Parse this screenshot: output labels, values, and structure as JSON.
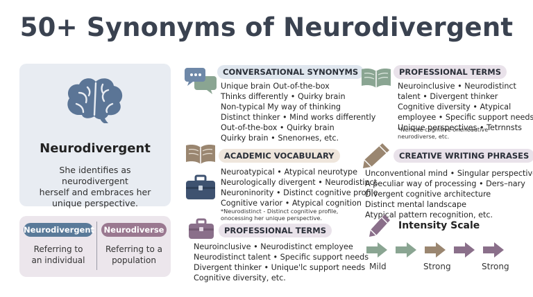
{
  "title": "50+ Synonyms of Neurodivergent",
  "colors": {
    "title": "#3a4250",
    "blue_pill": "#5a7a99",
    "mauve_pill": "#9a7890",
    "sage": "#8aa592",
    "tan": "#9a8670",
    "plum": "#8a6f8a"
  },
  "main_card": {
    "term": "Neurodivergent",
    "example": [
      "She identifies as neurodivergent",
      "herself and embraces her",
      "unique perspective."
    ]
  },
  "compare": {
    "left_label": "Neurodivergent",
    "left_desc": [
      "Referring to",
      "an individual"
    ],
    "right_label": "Neurodiverse",
    "right_desc": [
      "Referring to a",
      "population"
    ]
  },
  "sections": {
    "conversational": {
      "icon": "speech-bubbles-icon",
      "heading": "CONVERSATIONAL SYNONYMS",
      "lines": [
        "Unique brain    Out-of-the-box",
        "Thinks differently • Quirky brain",
        "Non-typical        My way of thinking",
        "Distinct thinker • Mind works differently",
        "Out-of-the-box • Quirky brain",
        "Quirky brain • Snenorнes, etc."
      ]
    },
    "academic": {
      "icon": "book-icon",
      "heading": "ACADEMIC VOCABULARY",
      "lines": [
        "Neuroatypical • Atypical neurotype",
        "Neurologically divergent • Neurodistinct",
        "Neuroninority • Distinct cognitive profile",
        "Cognitive varior • Atypical cognition"
      ],
      "note": [
        "*Neurodistinct - Distinct cognitive profile,",
        "onocessing her unique perspective."
      ]
    },
    "professional_left": {
      "icon": "briefcase-icon",
      "heading": "PROFESSIONAL TERMS",
      "lines": [
        "Neuroinclusive • Neurodistinct employee",
        "Neurodistinct talent • Specific support needs",
        "Divergent thinker • Unique'lc support needs",
        "Cognitive diversity, etc."
      ]
    },
    "professional_right": {
      "icon": "open-book-icon",
      "heading": "PROFESSIONAL TERMS",
      "lines": [
        "Neuroinclusive • Neurodistinct",
        "talent • Divergent thinker",
        "Cognitive diversity • Atypical",
        "employee • Specific support needs",
        "Unique perspectives • Tetrnnsts"
      ],
      "note": [
        "*Nemote cognitive oneneautive",
        "neurodiverse, etc."
      ]
    },
    "creative": {
      "icon": "pencil-icon",
      "heading": "CREATIVE WRITING PHRASES",
      "lines": [
        "Unconventional mind • Singular perspective",
        "A peculiar way of processing • Ders–nary",
        "Divergent cognitive architecture",
        "Distinct mental landscape",
        "Atypical pattern recognition, etc."
      ]
    }
  },
  "intensity": {
    "title": "Intensity Scale",
    "labels": [
      "Mild",
      "Strong",
      "Strong"
    ],
    "chevron_colors": [
      "#8aa592",
      "#8aa592",
      "#9a8670",
      "#8a6f8a",
      "#8a6f8a"
    ]
  }
}
